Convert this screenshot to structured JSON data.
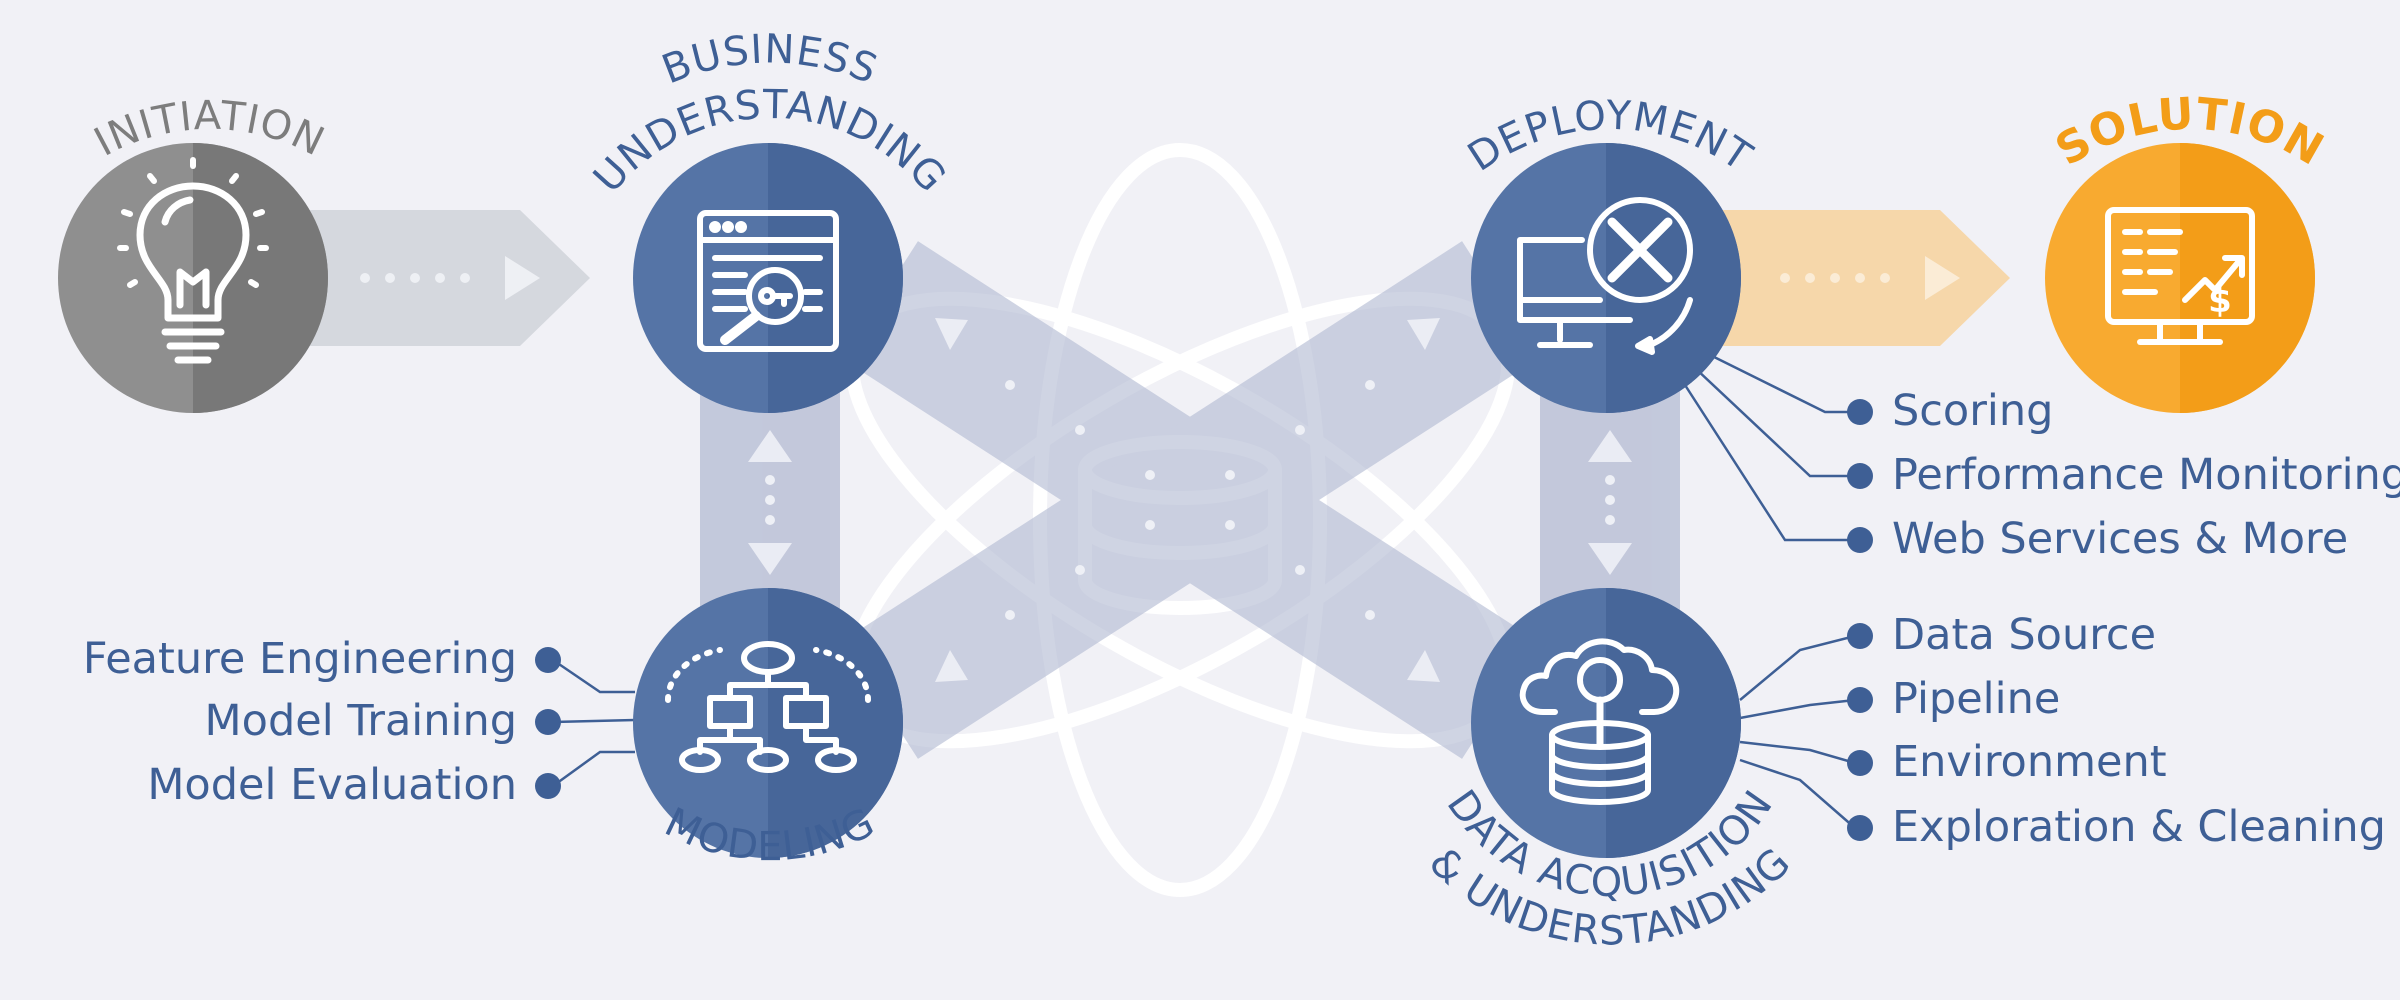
{
  "colors": {
    "background": "#f1f1f6",
    "initiation": "#8a8a8a",
    "stage": "#4a6a9c",
    "solution": "#f6a01e",
    "text": "#3e5f95",
    "band": "#b9c0d6"
  },
  "stages": {
    "initiation": {
      "label": "INITIATION",
      "icon": "lightbulb-icon"
    },
    "business_understanding": {
      "label_line1": "BUSINESS",
      "label_line2": "UNDERSTANDING",
      "icon": "browser-search-key-icon"
    },
    "deployment": {
      "label": "DEPLOYMENT",
      "icon": "monitor-tools-icon"
    },
    "solution": {
      "label": "SOLUTION",
      "icon": "dollar-growth-monitor-icon"
    },
    "modeling": {
      "label": "MODELING",
      "icon": "flowchart-icon"
    },
    "data_acquisition": {
      "label_line1": "DATA ACQUISITION",
      "label_line2": "& UNDERSTANDING",
      "icon": "cloud-database-search-icon"
    }
  },
  "modeling_tasks": [
    "Feature Engineering",
    "Model Training",
    "Model Evaluation"
  ],
  "deployment_tasks": [
    "Scoring",
    "Performance Monitoring",
    "Web Services & More"
  ],
  "data_tasks": [
    "Data Source",
    "Pipeline",
    "Environment",
    "Exploration & Cleaning"
  ]
}
